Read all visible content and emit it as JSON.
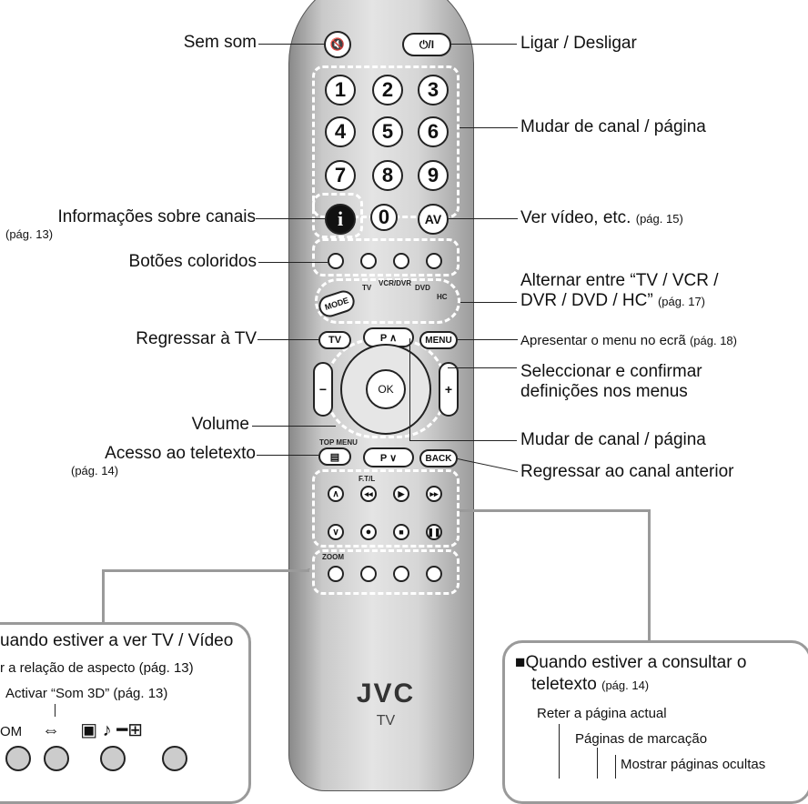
{
  "labels": {
    "mute": "Sem som",
    "power": "Ligar / Desligar",
    "channel_page": "Mudar de canal / página",
    "info": "Informações sobre canais",
    "info_ref": "(pág. 13)",
    "video": "Ver vídeo, etc.",
    "video_ref": "(pág. 15)",
    "color": "Botões coloridos",
    "switch_1": "Alternar entre “TV / VCR /",
    "switch_2": "DVR / DVD / HC”",
    "switch_ref": "(pág. 17)",
    "return_tv": "Regressar à TV",
    "menu": "Apresentar o menu no ecrã",
    "menu_ref": "(pág. 18)",
    "select_1": "Seleccionar e confirmar",
    "select_2": "definições nos menus",
    "volume": "Volume",
    "channel_page_2": "Mudar de canal / página",
    "teletext": "Acesso ao teletexto",
    "teletext_ref": "(pág. 14)",
    "back": "Regressar ao canal anterior"
  },
  "remote": {
    "brand": "JVC",
    "model": "TV",
    "digits": [
      "1",
      "2",
      "3",
      "4",
      "5",
      "6",
      "7",
      "8",
      "9"
    ],
    "zero": "0",
    "av": "AV",
    "info": "i",
    "power": "⏻/I",
    "mute": "🔇",
    "mode": "MODE",
    "modes": [
      "TV",
      "VCR/DVR",
      "DVD",
      "HC"
    ],
    "tv": "TV",
    "p_up": "P ∧",
    "p_down": "P ∨",
    "menu": "MENU",
    "ok": "OK",
    "top_menu": "TOP MENU",
    "back": "BACK",
    "ftl": "F.T/L",
    "zoom": "ZOOM"
  },
  "box_left": {
    "title": "uando estiver a ver TV / Vídeo",
    "line1": "r a relação de aspecto (pág. 13)",
    "line2": "Activar “Som 3D” (pág. 13)",
    "zoom": "OM"
  },
  "box_right": {
    "title_1": "■Quando estiver a consultar o",
    "title_2": "teletexto",
    "title_ref": "(pág. 14)",
    "item1": "Reter a página actual",
    "item2": "Páginas de marcação",
    "item3": "Mostrar páginas ocultas"
  }
}
